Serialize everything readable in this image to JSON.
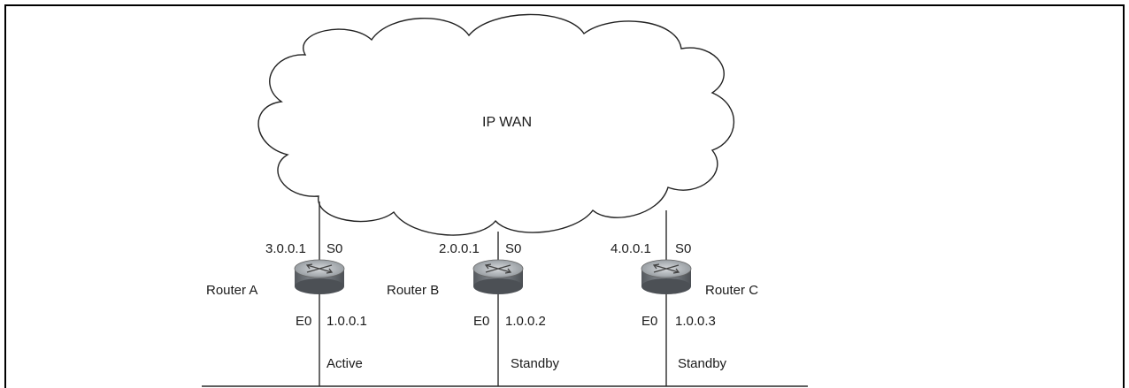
{
  "cloud": {
    "label": "IP WAN"
  },
  "routers": [
    {
      "name": "Router A",
      "serial_ip": "3.0.0.1",
      "serial_if": "S0",
      "eth_if": "E0",
      "eth_ip": "1.0.0.1",
      "state": "Active"
    },
    {
      "name": "Router B",
      "serial_ip": "2.0.0.1",
      "serial_if": "S0",
      "eth_if": "E0",
      "eth_ip": "1.0.0.2",
      "state": "Standby"
    },
    {
      "name": "Router C",
      "serial_ip": "4.0.0.1",
      "serial_if": "S0",
      "eth_if": "E0",
      "eth_ip": "1.0.0.3",
      "state": "Standby"
    }
  ],
  "colors": {
    "line": "#2a2a2a",
    "router_top": "#9aa0a6",
    "router_body": "#6f757b",
    "frame": "#000000"
  }
}
